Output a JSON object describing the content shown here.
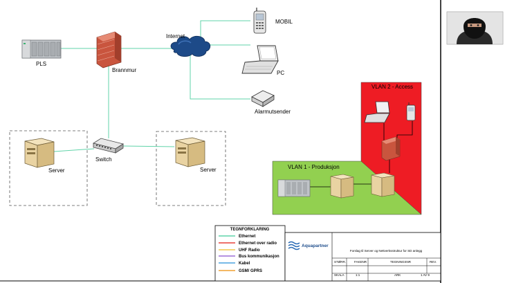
{
  "labels": {
    "pls": "PLS",
    "brannmur": "Brannmur",
    "internet": "Internet",
    "mobil": "MOBIL",
    "pc": "PC",
    "alarmutsender": "Alarmutsender",
    "switch": "Switch",
    "server_left": "Server",
    "server_right": "Server",
    "vlan_access": "VLAN 2 - Access",
    "vlan_produksjon": "VLAN 1 - Produksjon"
  },
  "legend": {
    "title": "TEGNFORKLARING",
    "items": [
      {
        "label": "Ethernet",
        "color": "#5fd3a8"
      },
      {
        "label": "Ethernet over radio",
        "color": "#e8403a"
      },
      {
        "label": "UHF Radio",
        "color": "#f2c84b"
      },
      {
        "label": "Bus kommunikasjon",
        "color": "#9b6fd6"
      },
      {
        "label": "Kabel",
        "color": "#4aa3df"
      },
      {
        "label": "GSM/ GPRS",
        "color": "#f0a030"
      }
    ]
  },
  "title_block": {
    "logo_text": "Aquapartner",
    "description": "Forslag til Server og Nettverksstruktur for SD anlegg",
    "row1": [
      "STØRR.",
      "FAKENR",
      "TEGNINGSNR",
      "REV."
    ],
    "row2": [
      "SKALA",
      "1:1",
      "ARK",
      "1 AV 9"
    ]
  },
  "colors": {
    "ethernet": "#5fd3a8",
    "vlan_access": "#ee1c24",
    "vlan_produksjon": "#92d050",
    "cloud": "#1d4a88",
    "firewall": "#d9634a"
  }
}
